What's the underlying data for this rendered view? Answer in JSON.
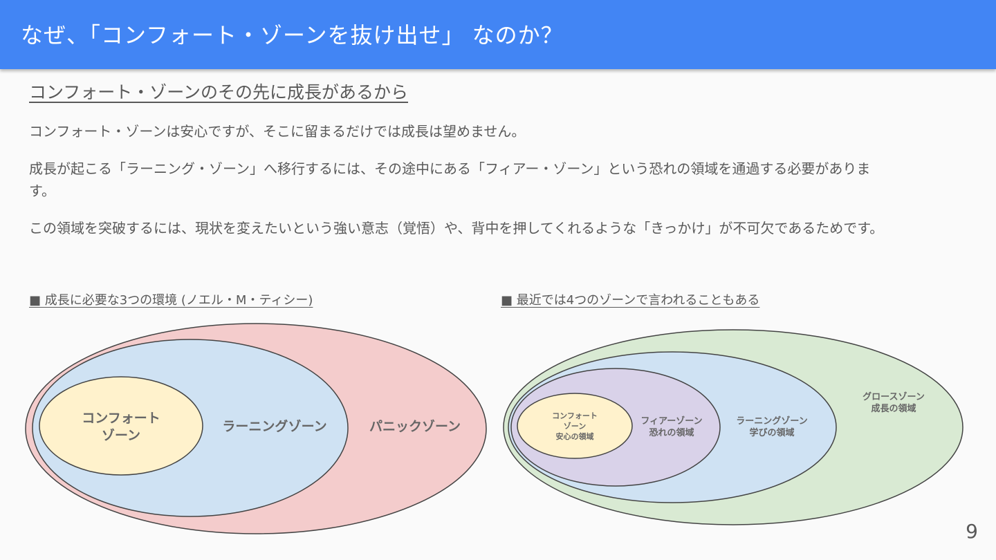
{
  "header": {
    "title": "なぜ、「コンフォート・ゾーンを抜け出せ」 なのか？",
    "background": "#4285f4"
  },
  "subtitle": "コンフォート・ゾーンのその先に成長があるから",
  "paragraphs": [
    "コンフォート・ゾーンは安心ですが、そこに留まるだけでは成長は望めません。",
    "成長が起こる「ラーニング・ゾーン」へ移行するには、その途中にある「フィアー・ゾーン」という恐れの領域を通過する必要があります。",
    "この領域を突破するには、現状を変えたいという強い意志（覚悟）や、背中を押してくれるような「きっかけ」が不可欠であるためです。"
  ],
  "diagram_left": {
    "label": "■ 成長に必要な3つの環境 (ノエル・M・ティシー)",
    "zones": [
      {
        "name": "パニックゾーン",
        "color": "#f4cccc"
      },
      {
        "name": "ラーニングゾーン",
        "color": "#cfe2f3"
      },
      {
        "name_lines": [
          "コンフォート",
          "ゾーン"
        ],
        "color": "#fff2cc"
      }
    ]
  },
  "diagram_right": {
    "label": "■ 最近では4つのゾーンで言われることもある",
    "zones": [
      {
        "name_lines": [
          "グロースゾーン",
          "成長の領域"
        ],
        "color": "#d9ead3"
      },
      {
        "name_lines": [
          "ラーニングゾーン",
          "学びの領域"
        ],
        "color": "#cfe2f3"
      },
      {
        "name_lines": [
          "フィアーゾーン",
          "恐れの領域"
        ],
        "color": "#d9d2e9"
      },
      {
        "name_lines": [
          "コンフォート",
          "ゾーン",
          "安心の領域"
        ],
        "color": "#fff2cc"
      }
    ]
  },
  "page_number": "9"
}
